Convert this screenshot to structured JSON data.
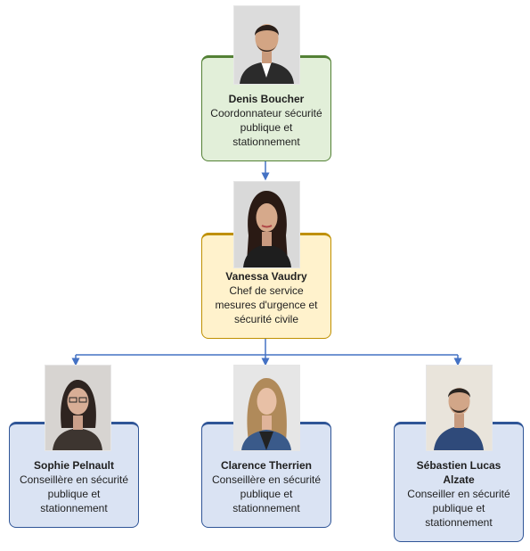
{
  "colors": {
    "green_fill": "#e2efd9",
    "green_border": "#538135",
    "yellow_fill": "#fff2cc",
    "yellow_border": "#bf9000",
    "blue_fill": "#dae3f3",
    "blue_border": "#2f5597",
    "connector": "#4472c4"
  },
  "people": {
    "top": {
      "name": "Denis Boucher",
      "role": "Coordonnateur sécurité publique et stationnement",
      "photo": "man-portrait-photo"
    },
    "middle": {
      "name": "Vanessa Vaudry",
      "role": "Chef de service mesures d'urgence et sécurité civile",
      "photo": "woman-portrait-photo"
    },
    "left": {
      "name": "Sophie Pelnault",
      "role": "Conseillère en sécurité publique et stationnement",
      "photo": "woman-portrait-photo"
    },
    "center": {
      "name": "Clarence Therrien",
      "role": "Conseillère en sécurité publique et stationnement",
      "photo": "woman-portrait-photo"
    },
    "right": {
      "name": "Sébastien Lucas Alzate",
      "role": "Conseiller en sécurité publique et stationnement",
      "photo": "man-portrait-photo"
    }
  }
}
